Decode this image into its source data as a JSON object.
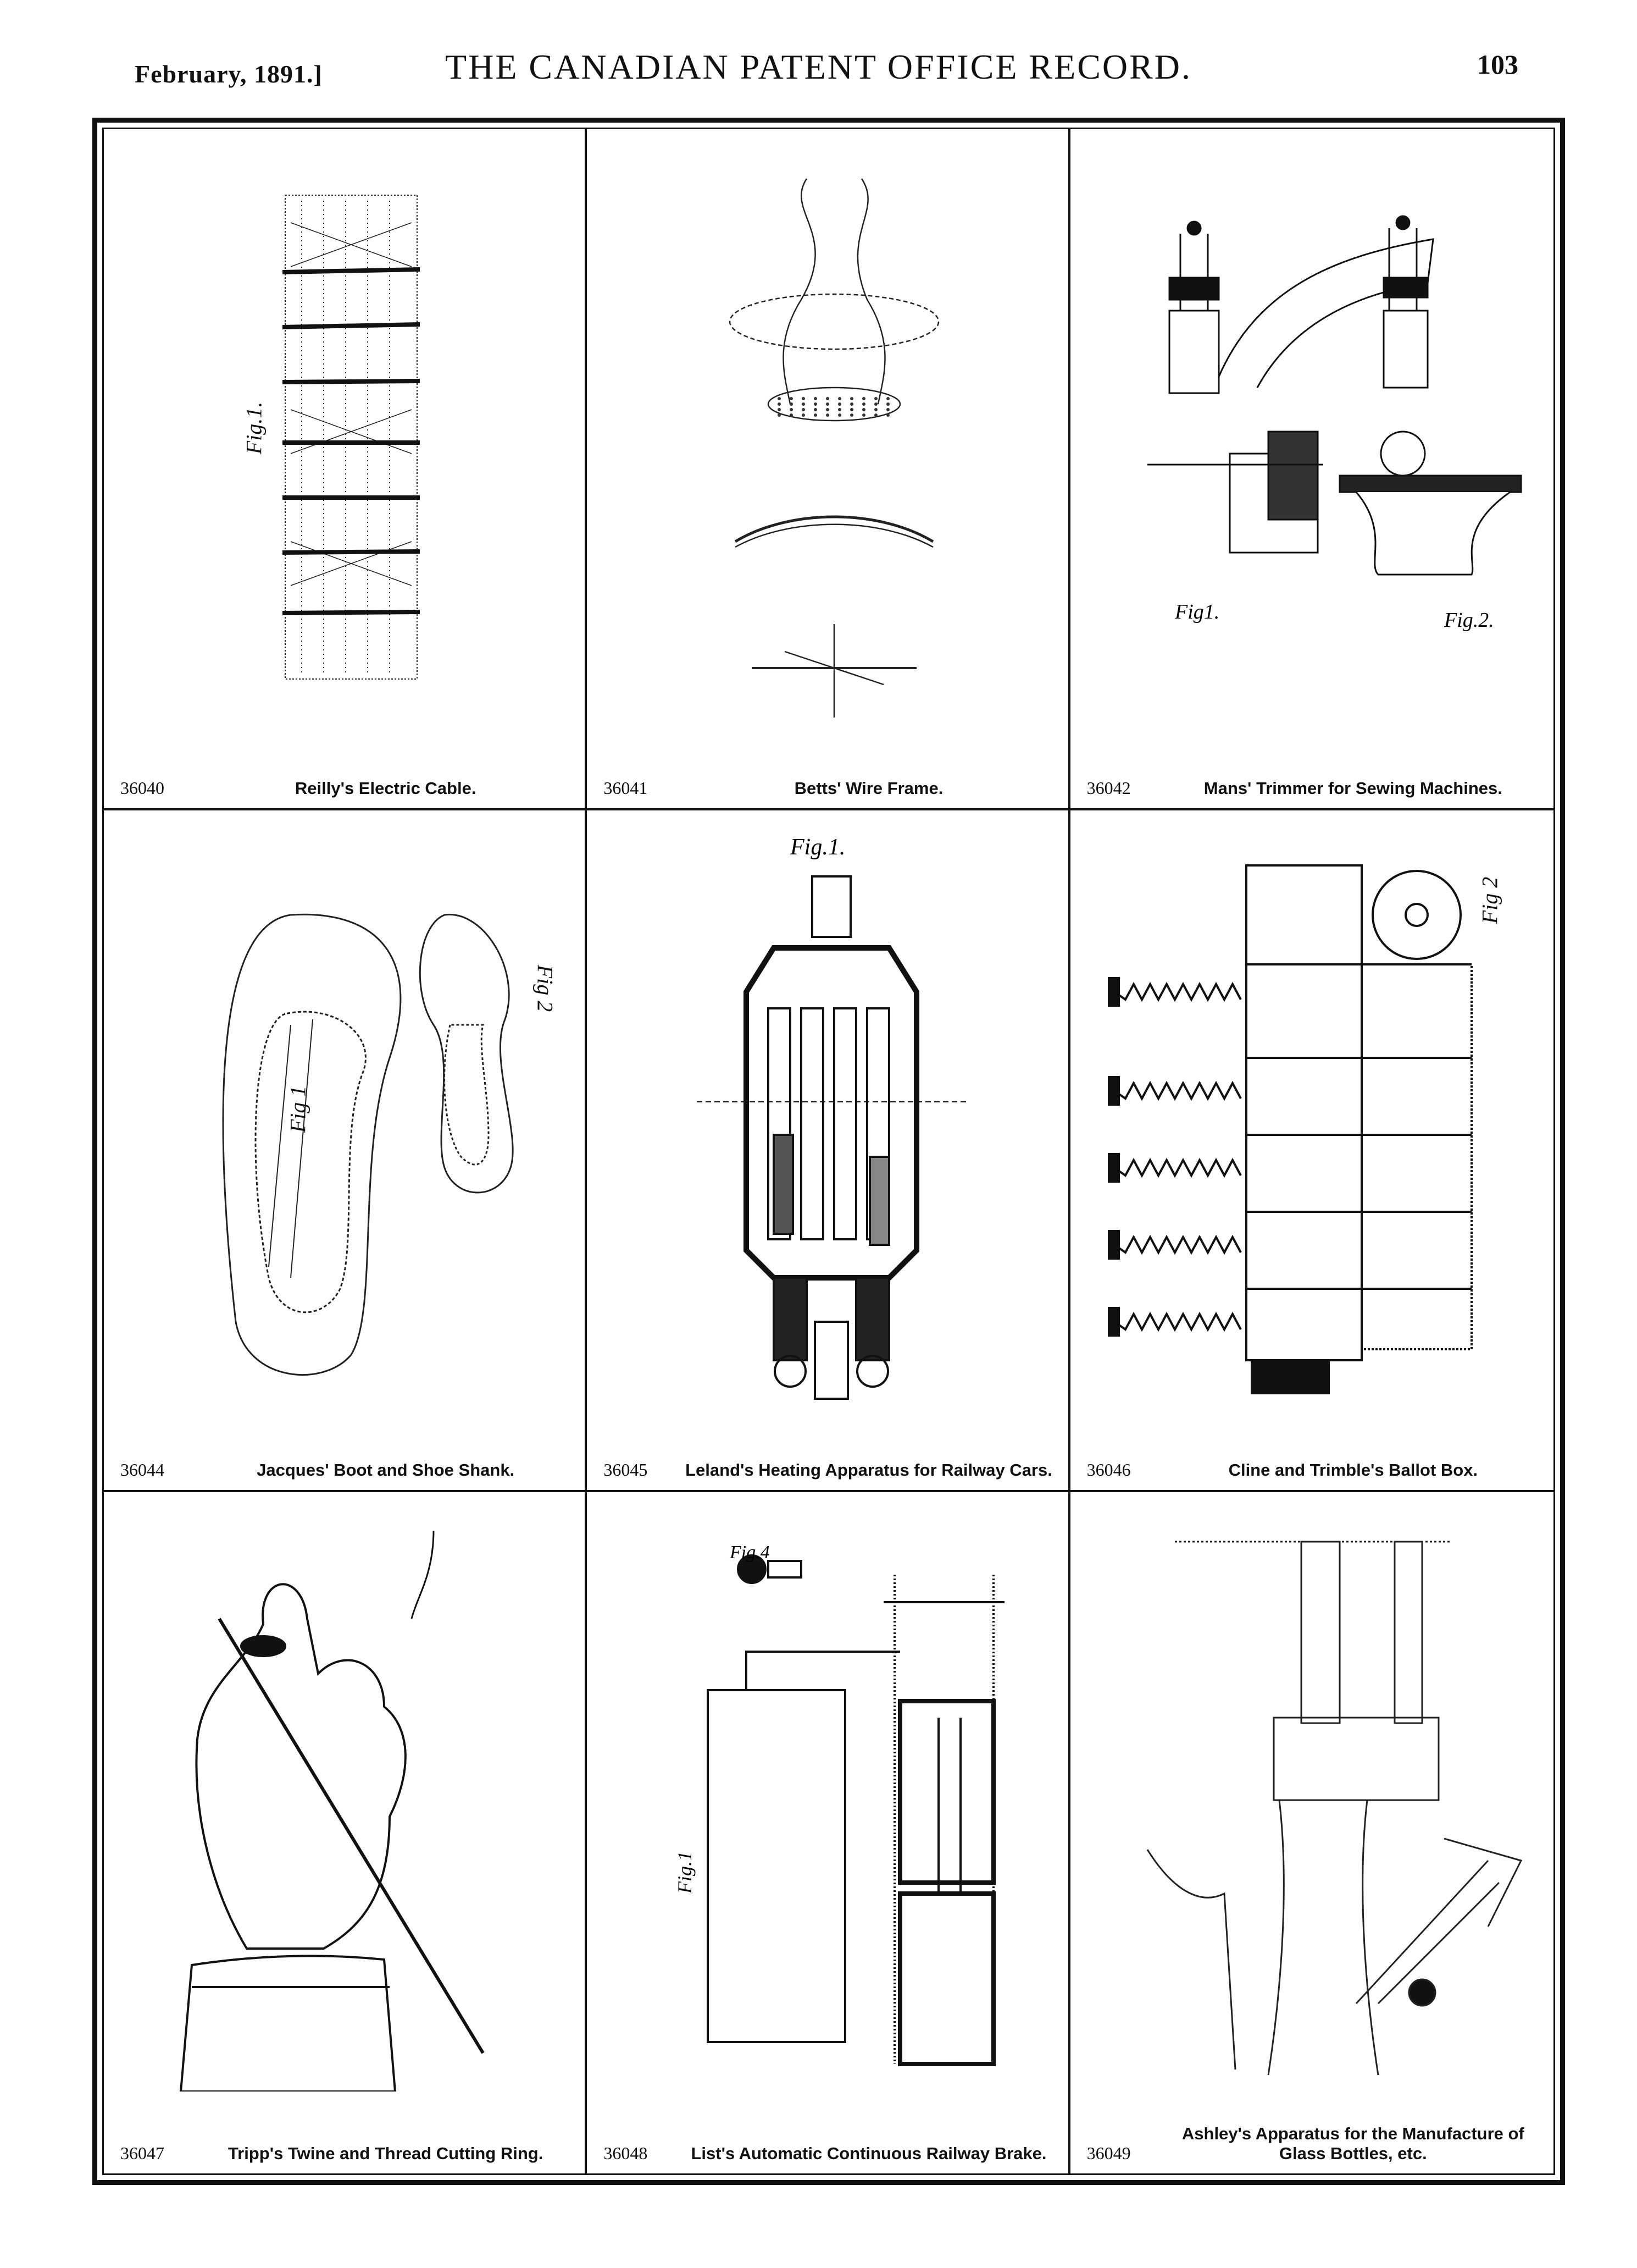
{
  "header": {
    "date": "February, 1891.]",
    "title": "THE CANADIAN PATENT OFFICE RECORD.",
    "page_number": "103"
  },
  "patents": [
    {
      "number": "36040",
      "title": "Reilly's Electric Cable.",
      "fig_labels": [
        "Fig.1."
      ]
    },
    {
      "number": "36041",
      "title": "Betts' Wire Frame.",
      "fig_labels": []
    },
    {
      "number": "36042",
      "title": "Mans' Trimmer for Sewing Machines.",
      "fig_labels": [
        "Fig1.",
        "Fig.2."
      ]
    },
    {
      "number": "36044",
      "title": "Jacques' Boot and Shoe Shank.",
      "fig_labels": [
        "Fig 1",
        "Fig 2"
      ]
    },
    {
      "number": "36045",
      "title": "Leland's Heating Apparatus for Railway Cars.",
      "fig_labels": [
        "Fig.1."
      ]
    },
    {
      "number": "36046",
      "title": "Cline and Trimble's Ballot Box.",
      "fig_labels": [
        "Fig 2"
      ]
    },
    {
      "number": "36047",
      "title": "Tripp's Twine and Thread Cutting Ring.",
      "fig_labels": []
    },
    {
      "number": "36048",
      "title": "List's Automatic Continuous Railway Brake.",
      "fig_labels": [
        "Fig.4",
        "Fig.1"
      ]
    },
    {
      "number": "36049",
      "title": "Ashley's Apparatus for the Manufacture of Glass Bottles, etc.",
      "fig_labels": []
    }
  ]
}
